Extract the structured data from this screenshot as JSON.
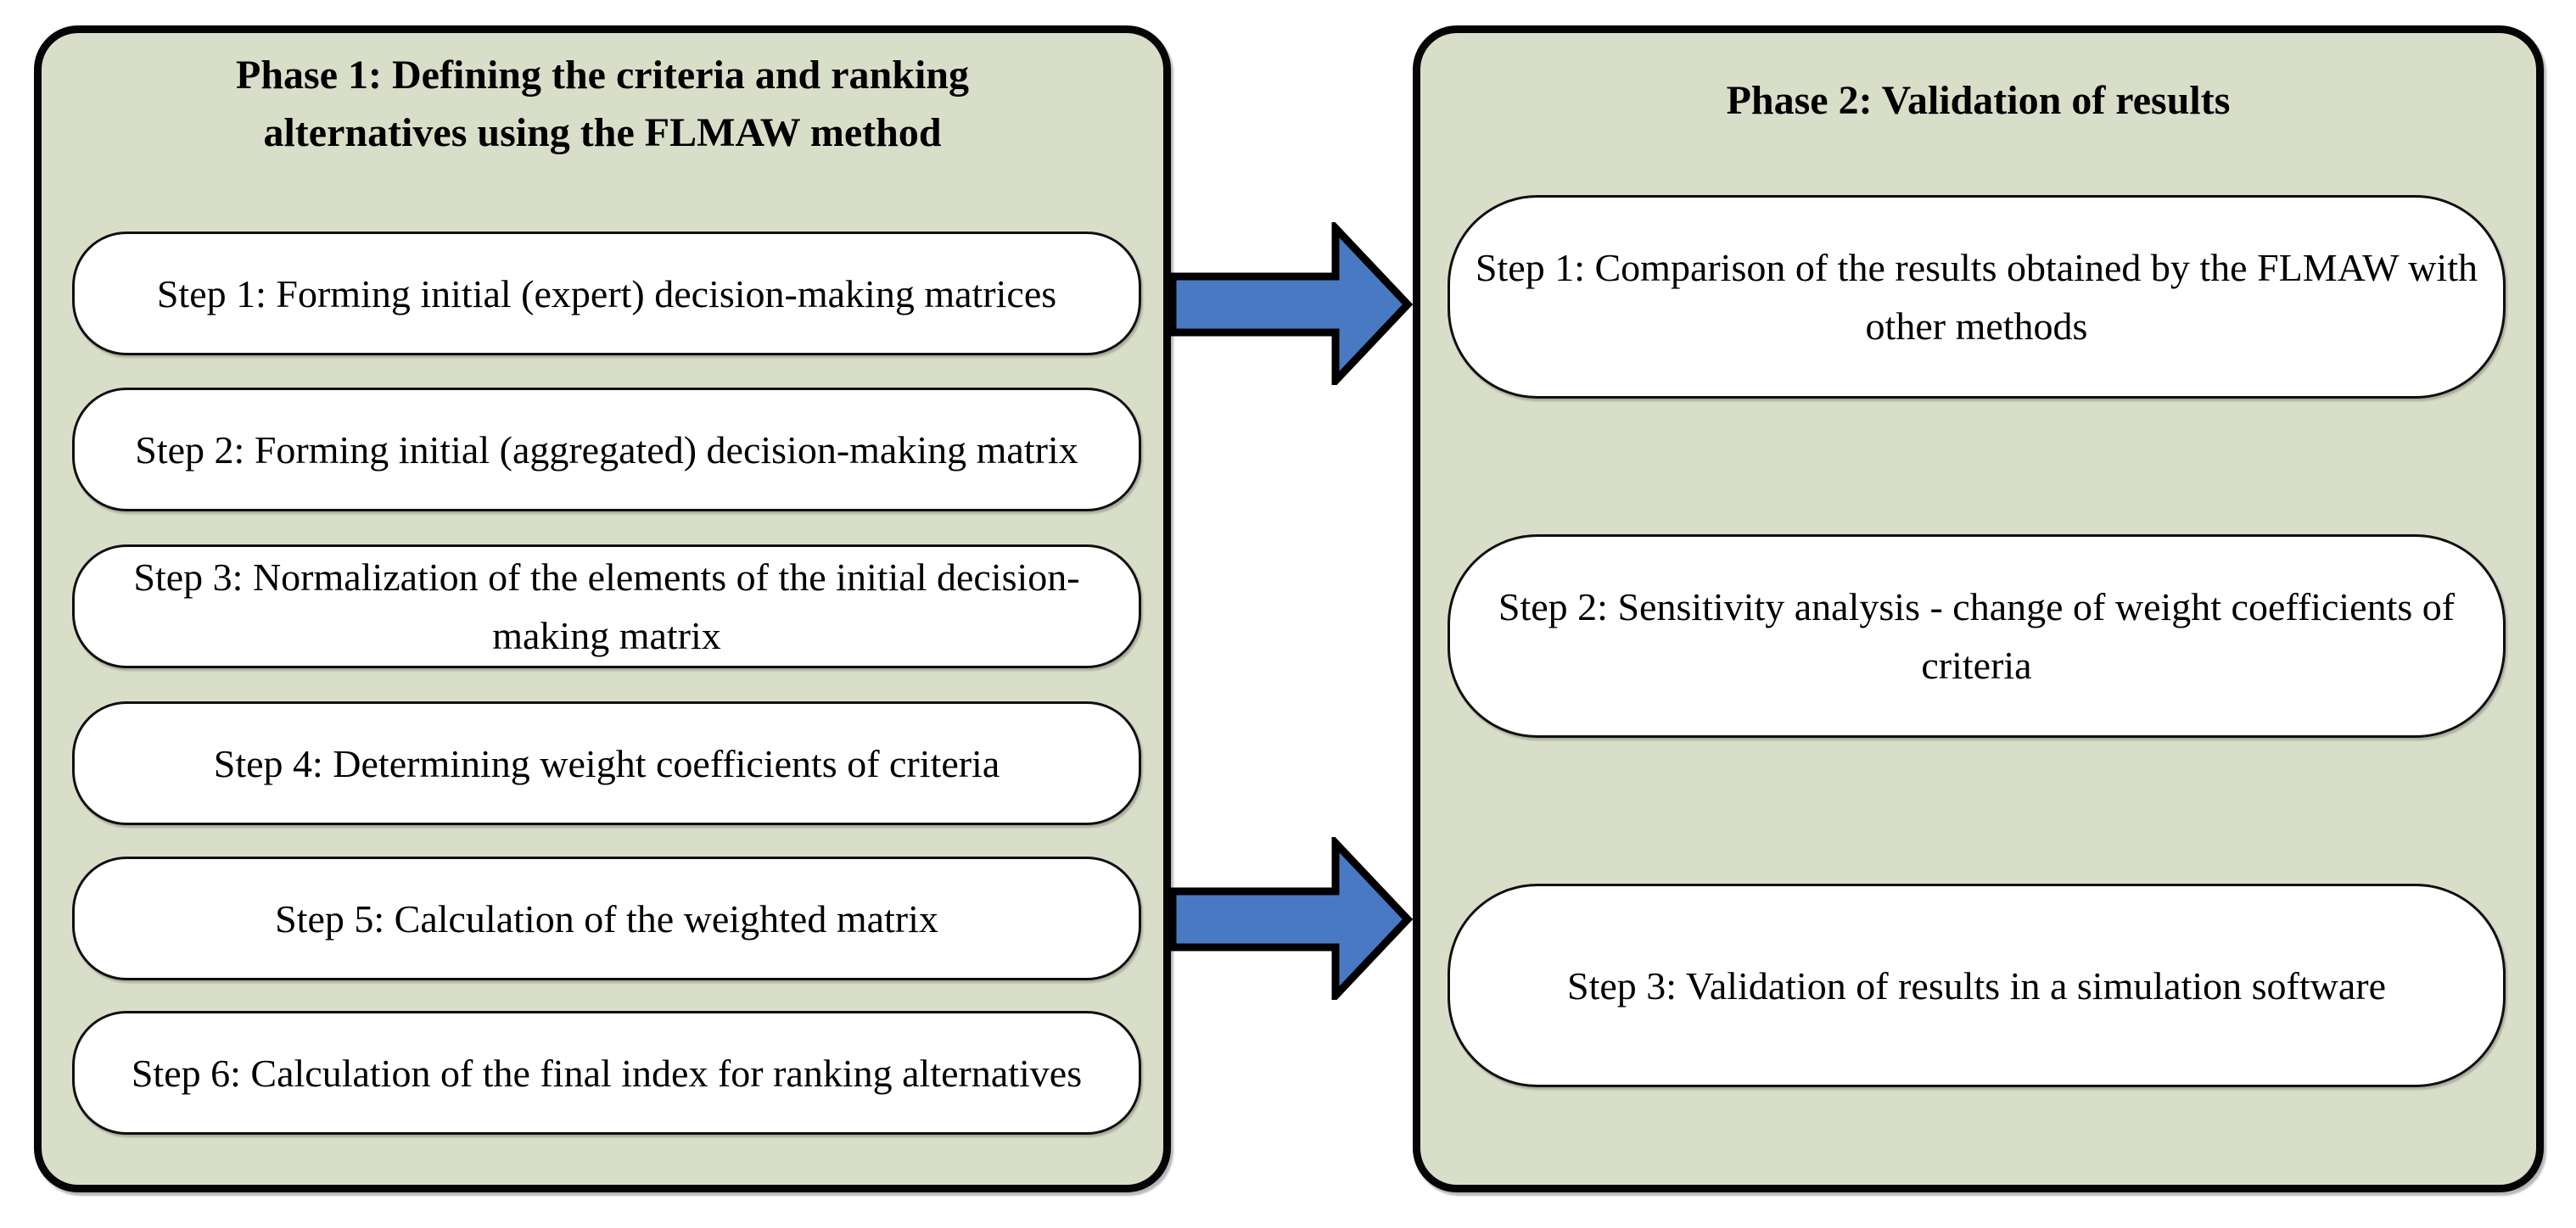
{
  "figure": {
    "type": "two-phase flowchart",
    "phase1": {
      "title": "Phase 1: Defining the criteria and ranking alternatives using the FLMAW method",
      "steps": [
        "Step 1: Forming initial (expert) decision-making matrices",
        "Step 2: Forming initial (aggregated) decision-making matrix",
        "Step 3: Normalization of the elements of the initial decision-making matrix",
        "Step 4: Determining weight coefficients of criteria",
        "Step 5: Calculation of the weighted matrix",
        "Step 6: Calculation of the final index for ranking alternatives"
      ]
    },
    "phase2": {
      "title": "Phase 2: Validation of results",
      "steps": [
        "Step 1: Comparison of the results obtained by the FLMAW with other methods",
        "Step 2: Sensitivity analysis - change of weight coefficients of criteria",
        "Step 3: Validation of results in a simulation software"
      ]
    },
    "connectors": [
      {
        "icon": "right-block-arrow-icon",
        "from": "phase1",
        "to": "phase2",
        "position": "upper"
      },
      {
        "icon": "right-block-arrow-icon",
        "from": "phase1",
        "to": "phase2",
        "position": "lower"
      }
    ]
  },
  "colors": {
    "page_background": "#ffffff",
    "panel_fill": "#d9dec9",
    "panel_border": "#050505",
    "step_fill": "#ffffff",
    "step_border": "#101010",
    "arrow_fill": "#4a79c4",
    "arrow_border": "#000000",
    "text": "#000000"
  }
}
